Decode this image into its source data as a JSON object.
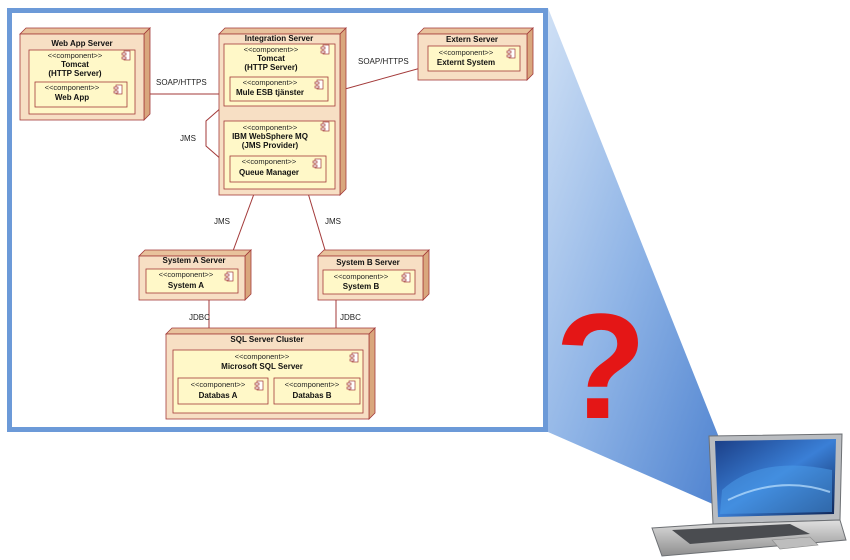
{
  "diagram": {
    "nodes": {
      "web_app_server": "Web App Server",
      "integration_server": "Integration Server",
      "extern_server": "Extern Server",
      "system_a_server": "System A Server",
      "system_b_server": "System B Server",
      "sql_server_cluster": "SQL Server Cluster"
    },
    "stereotype": "<<component>>",
    "components": {
      "tomcat_web_1": "Tomcat",
      "tomcat_web_2": "(HTTP Server)",
      "web_app": "Web App",
      "tomcat_int_1": "Tomcat",
      "tomcat_int_2": "(HTTP Server)",
      "mule_esb": "Mule ESB tjänster",
      "websphere_1": "IBM WebSphere MQ",
      "websphere_2": "(JMS Provider)",
      "queue_manager": "Queue Manager",
      "externt_system": "Externt System",
      "system_a": "System A",
      "system_b": "System B",
      "ms_sql_server": "Microsoft SQL Server",
      "databas_a": "Databas A",
      "databas_b": "Databas B"
    },
    "connectors": {
      "soap_left": "SOAP/HTTPS",
      "soap_right": "SOAP/HTTPS",
      "jms_loop": "JMS",
      "jms_a": "JMS",
      "jms_b": "JMS",
      "jdbc_a": "JDBC",
      "jdbc_b": "JDBC"
    }
  },
  "overlay": {
    "question_mark": "?"
  },
  "colors": {
    "frame_blue": "#5b8fd3",
    "node_fill": "#f7dfc4",
    "component_fill": "#fff8c8",
    "line": "#a33a3a",
    "question": "#e41616"
  }
}
